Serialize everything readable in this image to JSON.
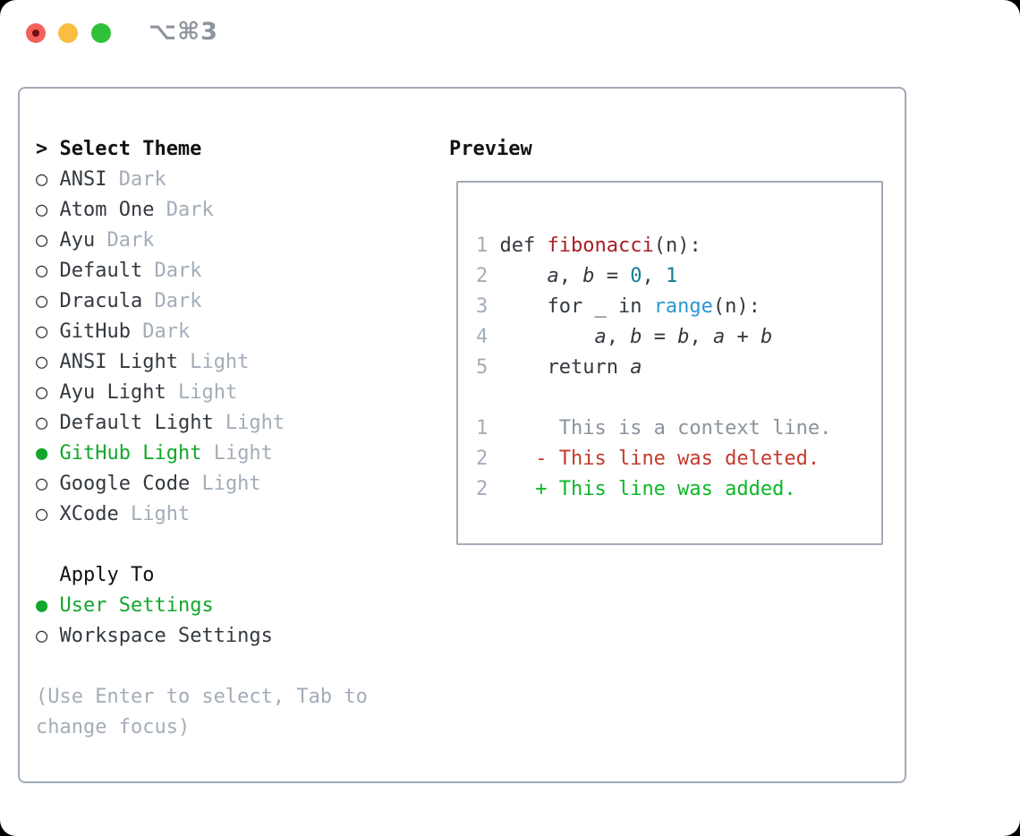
{
  "window": {
    "shortcut": "⌥⌘3"
  },
  "theme_picker": {
    "header": {
      "prefix": ">",
      "label": "Select Theme"
    },
    "themes": [
      {
        "name": "ANSI",
        "tag": "Dark",
        "selected": false
      },
      {
        "name": "Atom One",
        "tag": "Dark",
        "selected": false
      },
      {
        "name": "Ayu",
        "tag": "Dark",
        "selected": false
      },
      {
        "name": "Default",
        "tag": "Dark",
        "selected": false
      },
      {
        "name": "Dracula",
        "tag": "Dark",
        "selected": false
      },
      {
        "name": "GitHub",
        "tag": "Dark",
        "selected": false
      },
      {
        "name": "ANSI Light",
        "tag": "Light",
        "selected": false
      },
      {
        "name": "Ayu Light",
        "tag": "Light",
        "selected": false
      },
      {
        "name": "Default Light",
        "tag": "Light",
        "selected": false
      },
      {
        "name": "GitHub Light",
        "tag": "Light",
        "selected": true
      },
      {
        "name": "Google Code",
        "tag": "Light",
        "selected": false
      },
      {
        "name": "XCode",
        "tag": "Light",
        "selected": false
      }
    ],
    "apply_to": {
      "label": "Apply To",
      "options": [
        {
          "name": "User Settings",
          "selected": true
        },
        {
          "name": "Workspace Settings",
          "selected": false
        }
      ]
    },
    "help_lines": [
      "(Use Enter to select, Tab to",
      "change focus)"
    ],
    "radio_icons": {
      "selected": "●",
      "unselected": "○"
    }
  },
  "preview": {
    "label": "Preview",
    "lines": [
      {
        "name": "code-line",
        "segments": [
          {
            "t": "1 ",
            "c": "lnum"
          },
          {
            "t": "def ",
            "c": "plain"
          },
          {
            "t": "fibonacci",
            "c": "func"
          },
          {
            "t": "(n):",
            "c": "plain"
          }
        ]
      },
      {
        "name": "code-line",
        "segments": [
          {
            "t": "2 ",
            "c": "lnum"
          },
          {
            "t": "    ",
            "c": "plain"
          },
          {
            "t": "a",
            "c": "var"
          },
          {
            "t": ", ",
            "c": "plain"
          },
          {
            "t": "b",
            "c": "var"
          },
          {
            "t": " = ",
            "c": "plain"
          },
          {
            "t": "0",
            "c": "num"
          },
          {
            "t": ", ",
            "c": "plain"
          },
          {
            "t": "1",
            "c": "num"
          }
        ]
      },
      {
        "name": "code-line",
        "segments": [
          {
            "t": "3 ",
            "c": "lnum"
          },
          {
            "t": "    for _ in ",
            "c": "plain"
          },
          {
            "t": "range",
            "c": "builtin"
          },
          {
            "t": "(n):",
            "c": "plain"
          }
        ]
      },
      {
        "name": "code-line",
        "segments": [
          {
            "t": "4 ",
            "c": "lnum"
          },
          {
            "t": "        ",
            "c": "plain"
          },
          {
            "t": "a",
            "c": "var"
          },
          {
            "t": ", ",
            "c": "plain"
          },
          {
            "t": "b",
            "c": "var"
          },
          {
            "t": " = ",
            "c": "plain"
          },
          {
            "t": "b",
            "c": "var"
          },
          {
            "t": ", ",
            "c": "plain"
          },
          {
            "t": "a",
            "c": "var"
          },
          {
            "t": " + ",
            "c": "plain"
          },
          {
            "t": "b",
            "c": "var"
          }
        ]
      },
      {
        "name": "code-line",
        "segments": [
          {
            "t": "5 ",
            "c": "lnum"
          },
          {
            "t": "    return ",
            "c": "plain"
          },
          {
            "t": "a",
            "c": "var"
          }
        ]
      },
      {
        "name": "blank-line",
        "segments": []
      },
      {
        "name": "diff-context-line",
        "segments": [
          {
            "t": "1 ",
            "c": "lnum"
          },
          {
            "t": "     This is a context line.",
            "c": "ctx"
          }
        ]
      },
      {
        "name": "diff-deleted-line",
        "segments": [
          {
            "t": "2 ",
            "c": "lnum"
          },
          {
            "t": "   - This line was deleted.",
            "c": "del"
          }
        ]
      },
      {
        "name": "diff-added-line",
        "segments": [
          {
            "t": "2 ",
            "c": "lnum"
          },
          {
            "t": "   + This line was added.",
            "c": "add"
          }
        ]
      }
    ]
  },
  "palette": {
    "pageBg": "#000000",
    "windowBg": "#ffffff",
    "panelBorder": "#a2abb6",
    "ink": "#101214",
    "fg": "#33393f",
    "dimText": "#a3adb8",
    "ctxText": "#8a939d",
    "accentGreen": "#12a72c",
    "addedGreen": "#0cb827",
    "deletedRed": "#c23a2c",
    "funcRed": "#a81e23",
    "numTeal": "#107f8c",
    "builtinBlue": "#2b97d0",
    "shortcutGray": "#8e949c",
    "trafficRed": "#f4615b",
    "trafficRedDot": "#701014",
    "trafficYellow": "#f9bd41",
    "trafficGreen": "#2fc13a"
  }
}
